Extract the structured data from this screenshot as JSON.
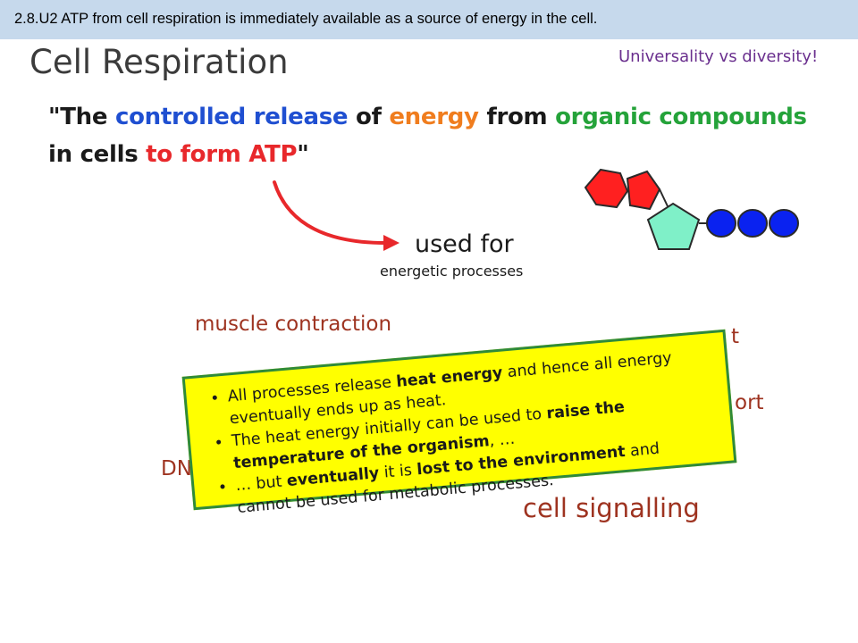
{
  "banner": {
    "text": "2.8.U2 ATP from cell respiration is immediately available as a source of energy in the cell."
  },
  "slide": {
    "title": "Cell Respiration",
    "subtitle": "Universality vs diversity!",
    "definition": {
      "open_quote": "\"The ",
      "controlled_release": "controlled release",
      "of": " of ",
      "energy": "energy",
      "from": " from ",
      "organic_compounds": "organic compounds",
      "in_cells": " in cells ",
      "to_form_atp": "to form ATP",
      "close_quote": "\""
    },
    "used_for": "used for",
    "energetic_processes": "energetic processes",
    "processes": {
      "muscle_contraction": "muscle contraction",
      "right_fragment_1": "t",
      "right_fragment_2": "ort",
      "left_fragment": "DN",
      "cell_signalling": "cell signalling"
    }
  },
  "note": {
    "bullet1": {
      "t1": "All processes release ",
      "b1": "heat energy",
      "t2": " and hence all energy eventually ends up as heat."
    },
    "bullet2": {
      "t1": "The heat energy initially can be used to ",
      "b1": "raise the temperature of the organism",
      "t2": ", …"
    },
    "bullet3": {
      "t1": "… but ",
      "b1": "eventually",
      "t2": " it is ",
      "b2": "lost to the environment",
      "t3": " and cannot be used for metabolic processes."
    }
  },
  "colors": {
    "banner_bg": "#c6d9ec",
    "title": "#3b3b3b",
    "subtitle": "#6a2f8e",
    "highlight_blue": "#1f4fd1",
    "highlight_orange": "#f07d1e",
    "highlight_green": "#25a33a",
    "highlight_red": "#e8282b",
    "process_text": "#9e3320",
    "note_bg": "#ffff00",
    "note_border": "#2f8a3a",
    "arrow": "#e8282b",
    "atp_hexagon": "#ff2020",
    "atp_pentagon_red": "#ff2020",
    "atp_pentagon_ribose": "#7ff0c8",
    "atp_phosphate": "#0a22f0"
  }
}
